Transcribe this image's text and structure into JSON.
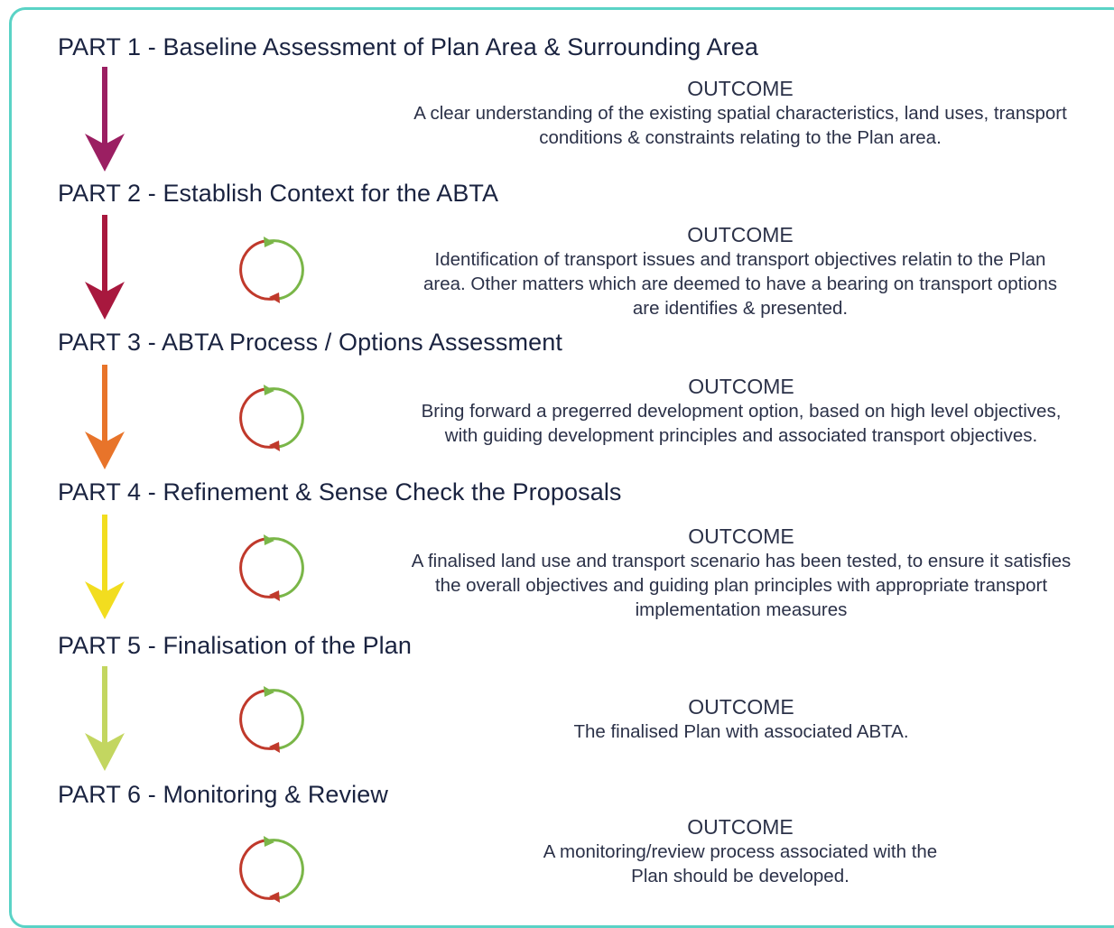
{
  "parts": [
    {
      "title": "PART 1 - Baseline Assessment of Plan Area & Surrounding Area",
      "outcome_label": "OUTCOME",
      "outcome_text": "A clear understanding of the existing spatial characteristics, land uses, transport conditions & constraints relating to the Plan area.",
      "arrow_color": "#9b1f62",
      "has_cycle": false
    },
    {
      "title": "PART 2 - Establish Context for the ABTA",
      "outcome_label": "OUTCOME",
      "outcome_text": "Identification of transport issues and transport objectives relatin to the Plan area. Other matters which are deemed to have a bearing on transport options are identifies & presented.",
      "arrow_color": "#a8183e",
      "has_cycle": true
    },
    {
      "title": "PART 3 - ABTA Process / Options Assessment",
      "outcome_label": "OUTCOME",
      "outcome_text": "Bring forward a pregerred development option, based on high level objectives, with guiding development principles and associated transport objectives.",
      "arrow_color": "#e8742a",
      "has_cycle": true
    },
    {
      "title": "PART 4 - Refinement & Sense Check the Proposals",
      "outcome_label": "OUTCOME",
      "outcome_text": "A finalised land use and transport scenario has been tested, to ensure it satisfies the overall objectives and guiding plan principles with appropriate transport implementation measures",
      "arrow_color": "#f2dd1f",
      "has_cycle": true
    },
    {
      "title": "PART 5 - Finalisation of the Plan",
      "outcome_label": "OUTCOME",
      "outcome_text": "The finalised Plan with associated ABTA.",
      "arrow_color": "#c3d660",
      "has_cycle": true
    },
    {
      "title": "PART 6 - Monitoring & Review",
      "outcome_label": "OUTCOME",
      "outcome_text": "A monitoring/review process associated with the Plan should be developed.",
      "has_cycle": true
    }
  ],
  "colors": {
    "frame_border": "#5ad3c6",
    "cycle_red": "#c0392b",
    "cycle_green": "#7ab648"
  },
  "icons": {
    "arrow": "down-arrow-icon",
    "cycle": "cycle-icon"
  }
}
